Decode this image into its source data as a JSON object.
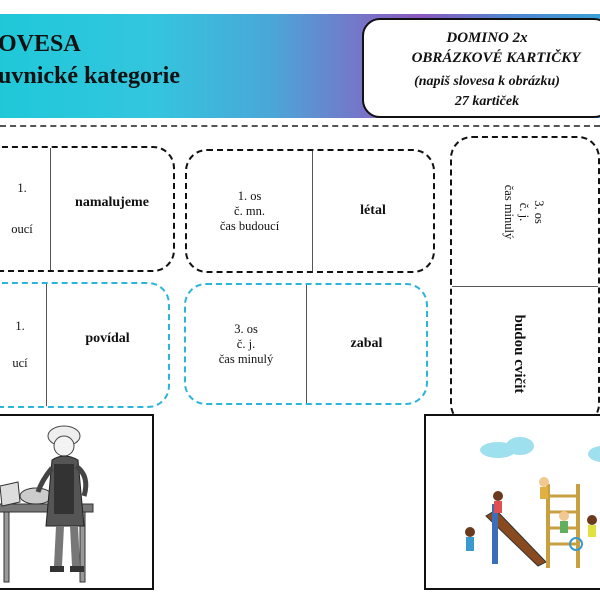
{
  "header": {
    "title_line1": "SLOVESA",
    "title_line2": "mluvnické kategorie",
    "title_visible_line1": "OVESA",
    "title_visible_line2": "uvnické kategorie"
  },
  "info_box": {
    "line1": "DOMINO 2x",
    "line2": "OBRÁZKOVÉ KARTIČKY",
    "line3": "(napiš slovesa k obrázku)",
    "line4": "27 kartiček"
  },
  "cards": {
    "card1": {
      "gram_partial_1": "1.",
      "gram_partial_2": "oucí",
      "verb": "namalujeme"
    },
    "card2": {
      "gram_line1": "1. os",
      "gram_line2": "č. mn.",
      "gram_line3": "čas budoucí",
      "verb": "létal"
    },
    "card3": {
      "gram_partial_1": "1.",
      "gram_partial_2": "ucí",
      "verb": "povídal"
    },
    "card4": {
      "gram_line1": "3. os",
      "gram_line2": "č. j.",
      "gram_line3": "čas minulý",
      "verb": "zabal"
    },
    "card5": {
      "gram_line1": "3. os",
      "gram_line2": "č. j.",
      "gram_line3": "čas minulý",
      "verb": "budou cvičit"
    }
  },
  "pictures": {
    "left": "cook-icon",
    "right": "playground-icon"
  },
  "colors": {
    "black_dash": "#111111",
    "blue_dash": "#2bb5d8"
  }
}
